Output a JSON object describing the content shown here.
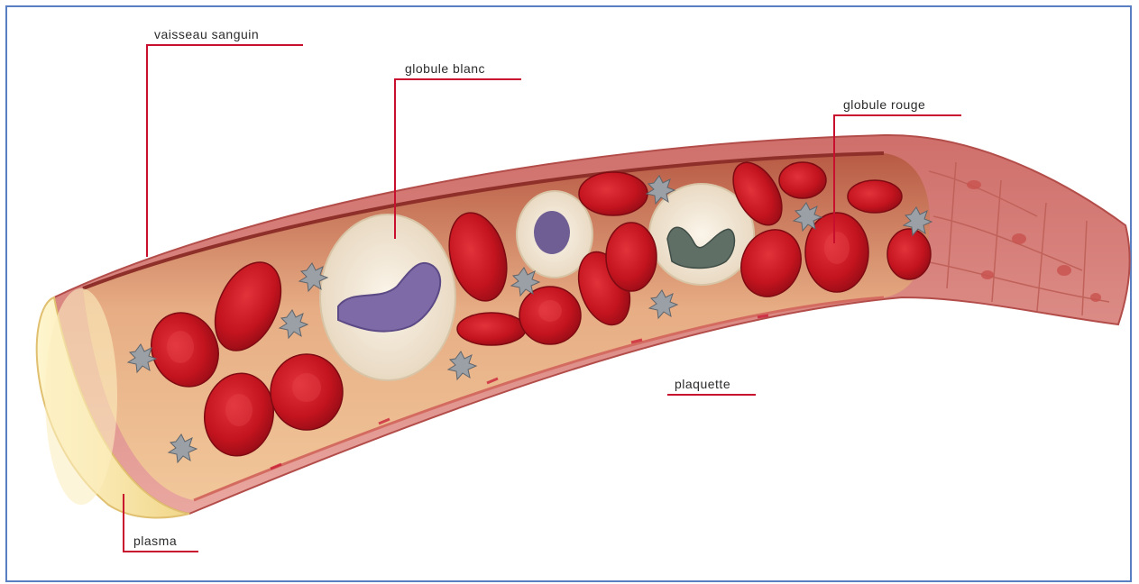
{
  "labels": {
    "vessel": "vaisseau sanguin",
    "white_cell": "globule blanc",
    "red_cell": "globule rouge",
    "platelet": "plaquette",
    "plasma": "plasma"
  },
  "colors": {
    "frame": "#5a7ec2",
    "callout": "#c8102e",
    "red_cell": "#c4141f",
    "vessel_wall": "#d98a86",
    "lumen": "#e9b48a",
    "plasma": "#f6e3a0",
    "white_cell": "#efe4d2",
    "nucleus": "#7d6aa6",
    "platelet": "#9aa0a6"
  }
}
